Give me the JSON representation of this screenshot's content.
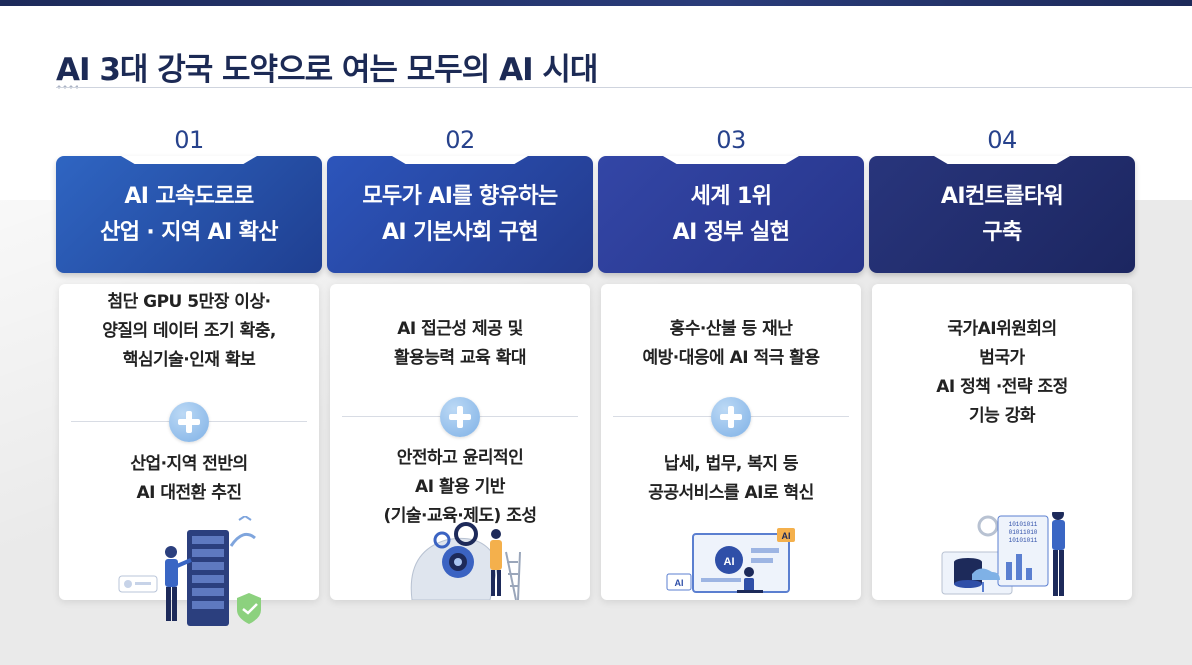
{
  "title": "AI 3대 강국 도약으로 여는 모두의 AI 시대",
  "columns": [
    {
      "number": "01",
      "header": [
        "AI 고속도로로",
        "산업 · 지역 AI 확산"
      ],
      "block1": [
        "첨단 GPU 5만장 이상·",
        "양질의 데이터 조기 확충,",
        "핵심기술·인재 확보"
      ],
      "block2": [
        "산업·지역 전반의",
        "AI 대전환 추진"
      ],
      "illustration": "data-server-icon"
    },
    {
      "number": "02",
      "header": [
        "모두가 AI를 향유하는",
        "AI 기본사회 구현"
      ],
      "block1": [
        "AI 접근성 제공 및",
        "활용능력 교육 확대"
      ],
      "block2": [
        "안전하고 윤리적인",
        "AI 활용 기반",
        "(기술·교육·제도) 조성"
      ],
      "illustration": "ai-robot-head-icon"
    },
    {
      "number": "03",
      "header": [
        "세계 1위",
        "AI 정부 실현"
      ],
      "block1": [
        "홍수·산불 등 재난",
        "예방·대응에 AI 적극 활용"
      ],
      "block2": [
        "납세, 법무, 복지 등",
        "공공서비스를 AI로 혁신"
      ],
      "illustration": "ai-dashboard-icon",
      "ai_badge": "AI"
    },
    {
      "number": "04",
      "header": [
        "AI컨트롤타워",
        "구축"
      ],
      "block1": [
        "국가AI위원회의",
        "범국가",
        "AI 정책 ·전략 조정",
        "기능 강화"
      ],
      "illustration": "data-analytics-icon",
      "binary": [
        "10101011",
        "01011010",
        "10101011"
      ]
    }
  ],
  "colors": {
    "title": "#1c2a55",
    "number": "#27428c",
    "plus": "#7fb1e6"
  }
}
